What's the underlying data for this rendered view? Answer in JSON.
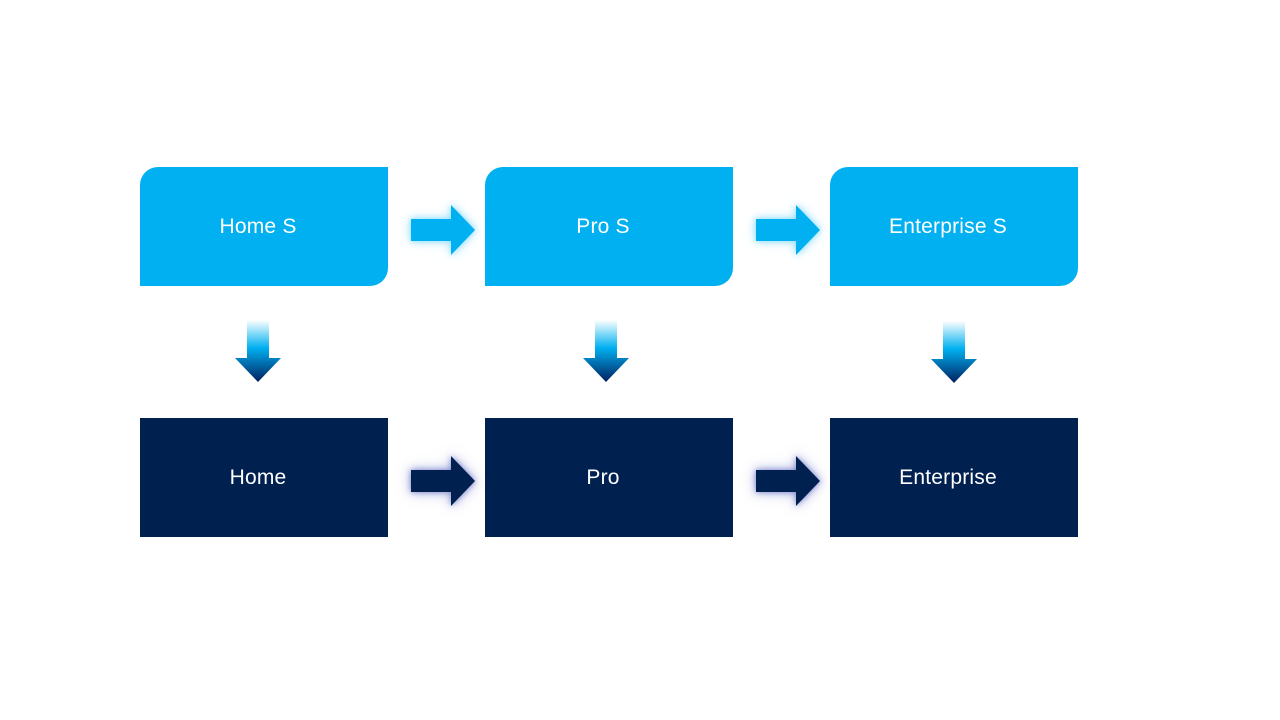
{
  "diagram": {
    "top_row": [
      {
        "label": "Home S"
      },
      {
        "label": "Pro S"
      },
      {
        "label": "Enterprise S"
      }
    ],
    "bottom_row": [
      {
        "label": "Home"
      },
      {
        "label": "Pro"
      },
      {
        "label": "Enterprise"
      }
    ],
    "colors": {
      "top_box": "#00B0F0",
      "bottom_box": "#002050",
      "text": "#FFFFFF",
      "down_arrow_gradient": [
        "#FFFFFF",
        "#00B0F0",
        "#002060"
      ]
    },
    "connectors": [
      {
        "from": "Home S",
        "to": "Pro S",
        "type": "right-arrow"
      },
      {
        "from": "Pro S",
        "to": "Enterprise S",
        "type": "right-arrow"
      },
      {
        "from": "Home",
        "to": "Pro",
        "type": "right-arrow"
      },
      {
        "from": "Pro",
        "to": "Enterprise",
        "type": "right-arrow"
      },
      {
        "from": "Home S",
        "to": "Home",
        "type": "down-arrow"
      },
      {
        "from": "Pro S",
        "to": "Pro",
        "type": "down-arrow"
      },
      {
        "from": "Enterprise S",
        "to": "Enterprise",
        "type": "down-arrow"
      }
    ]
  }
}
